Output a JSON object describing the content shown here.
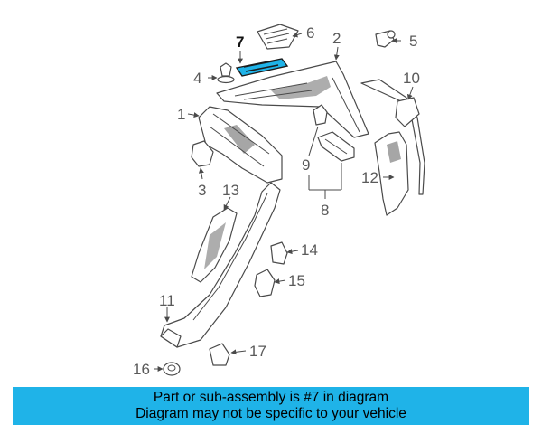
{
  "highlight_color": "#1fb3e8",
  "banner": {
    "line1": "Part or sub-assembly is #7 in diagram",
    "line2": "Diagram may not be specific to your vehicle"
  },
  "callouts": [
    {
      "id": "1",
      "label": "1"
    },
    {
      "id": "2",
      "label": "2"
    },
    {
      "id": "3",
      "label": "3"
    },
    {
      "id": "4",
      "label": "4"
    },
    {
      "id": "5",
      "label": "5"
    },
    {
      "id": "6",
      "label": "6"
    },
    {
      "id": "7",
      "label": "7",
      "highlighted": true
    },
    {
      "id": "8",
      "label": "8"
    },
    {
      "id": "9",
      "label": "9"
    },
    {
      "id": "10",
      "label": "10"
    },
    {
      "id": "11",
      "label": "11"
    },
    {
      "id": "12",
      "label": "12"
    },
    {
      "id": "13",
      "label": "13"
    },
    {
      "id": "14",
      "label": "14"
    },
    {
      "id": "15",
      "label": "15"
    },
    {
      "id": "16",
      "label": "16"
    },
    {
      "id": "17",
      "label": "17"
    }
  ]
}
